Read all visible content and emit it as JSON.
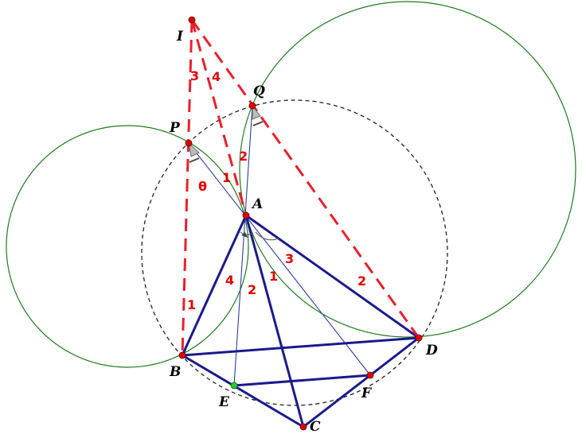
{
  "points": {
    "I": "I",
    "Q": "Q",
    "P": "P",
    "A": "A",
    "B": "B",
    "C": "C",
    "D": "D",
    "E": "E",
    "F": "F"
  },
  "numbers": {
    "n3_IP": "3",
    "n4_IA": "4",
    "n2_AQ": "2",
    "n1_PA": "1",
    "theta": "θ",
    "n3_AD": "3",
    "n2_QD": "2",
    "n4_AB": "4",
    "n2_AE": "2",
    "n1_AF": "1",
    "n1_PB": "1"
  },
  "colors": {
    "dashed_red": "#e8202a",
    "navy": "#1a1a8c",
    "thin_blue": "#2d3f9e",
    "circle_green": "#1e7a1e",
    "circumcircle": "#222222",
    "point_red": "#e00000",
    "point_green": "#22cc22"
  }
}
